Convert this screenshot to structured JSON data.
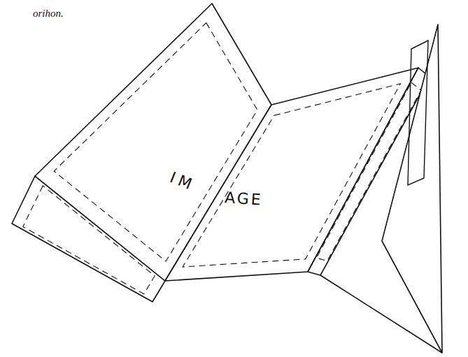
{
  "diagram": {
    "labels": [
      "orihon.",
      "IM",
      "AGE"
    ]
  }
}
